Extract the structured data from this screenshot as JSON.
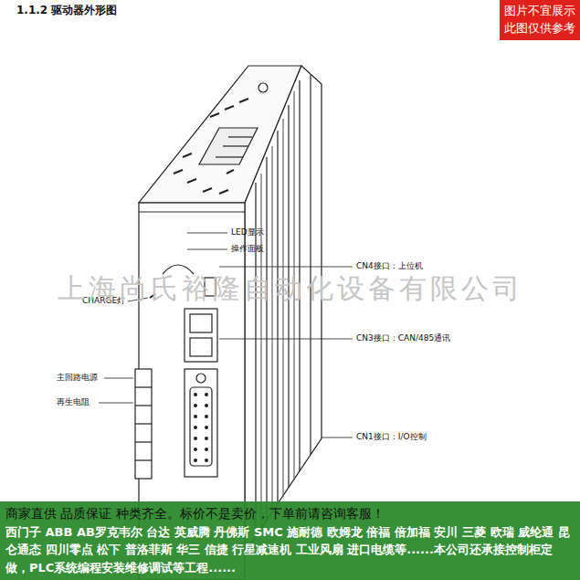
{
  "diagram": {
    "title": "1.1.2 驱动器外形图",
    "nodes": [
      {
        "text": [
          "图片不宜展示 此图仅供参考"
        ]
      },
      {
        "text": [
          "商家直供 品质保证 种类齐全。标价不是卖价，下单前请咨询客服！",
          "西门子 ABB AB罗克韦尔 台达 英威腾 丹佛斯 SMC 施耐德 欧姆龙 倍福 倍加福 安川 三菱 欧瑞 威纶通 昆仑通态 四川零点 松下 普洛菲斯 华三 信捷 行星减速机 工业风扇 进口电缆等......本公司还承接控制柜定做，PLC系统编程安装维修调试等工程......"
        ]
      }
    ],
    "labels": [
      "LED显示",
      "操作面板",
      "CN4接口：上位机",
      "CN3接口：CAN/485通讯",
      "CN1接口：I/O控制",
      "CHARGE灯",
      "主回路电源",
      "再生电阻",
      "上海尚氏裕隆自动化设备有限公司"
    ]
  }
}
